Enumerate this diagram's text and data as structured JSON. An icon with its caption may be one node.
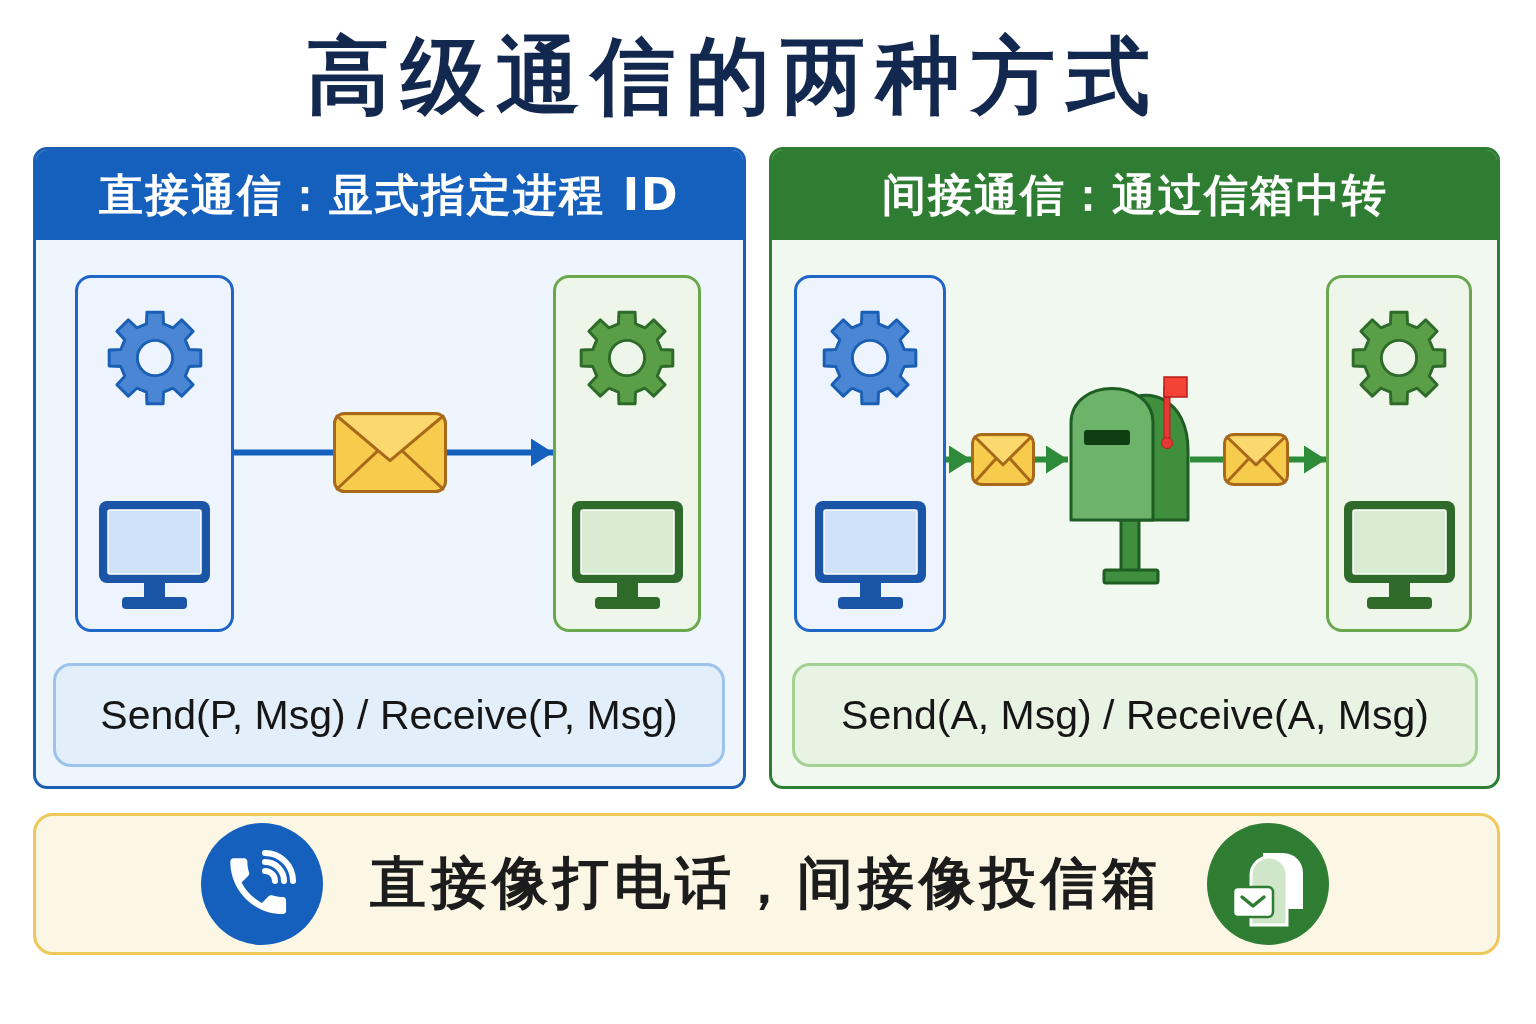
{
  "diagram": {
    "title": "高级通信的两种方式",
    "nodes": [
      {
        "text": [
          "直接通信：显式指定进程 ID"
        ]
      },
      {
        "text": [],
        "shape": "box",
        "in": 0
      },
      {
        "text": [],
        "shape": "picture",
        "in": 0
      },
      {
        "text": [],
        "shape": "box",
        "in": 0
      },
      {
        "text": [
          "Send(P, Msg) / Receive(P, Msg)"
        ],
        "in": 0
      },
      {
        "text": [
          "间接通信：通过信箱中转"
        ]
      },
      {
        "text": [],
        "shape": "box",
        "in": 5
      },
      {
        "text": [],
        "shape": "picture",
        "in": 5
      },
      {
        "text": [],
        "shape": "picture",
        "in": 5
      },
      {
        "text": [],
        "shape": "picture",
        "in": 5
      },
      {
        "text": [],
        "shape": "box",
        "in": 5
      },
      {
        "text": [
          "Send(A, Msg) / Receive(A, Msg)"
        ],
        "in": 5
      },
      {
        "text": [
          "直接像打电话，间接像投信箱"
        ]
      }
    ],
    "edges": [
      {
        "from": 1,
        "to": 2,
        "arrow": "none",
        "color": "#1560bd"
      },
      {
        "from": 2,
        "to": 3,
        "arrow": "to",
        "color": "#1560bd"
      },
      {
        "from": 6,
        "to": 7,
        "arrow": "to"
      },
      {
        "from": 7,
        "to": 8,
        "arrow": "to"
      },
      {
        "from": 8,
        "to": 9,
        "arrow": "none"
      },
      {
        "from": 9,
        "to": 10,
        "arrow": "to"
      }
    ]
  }
}
